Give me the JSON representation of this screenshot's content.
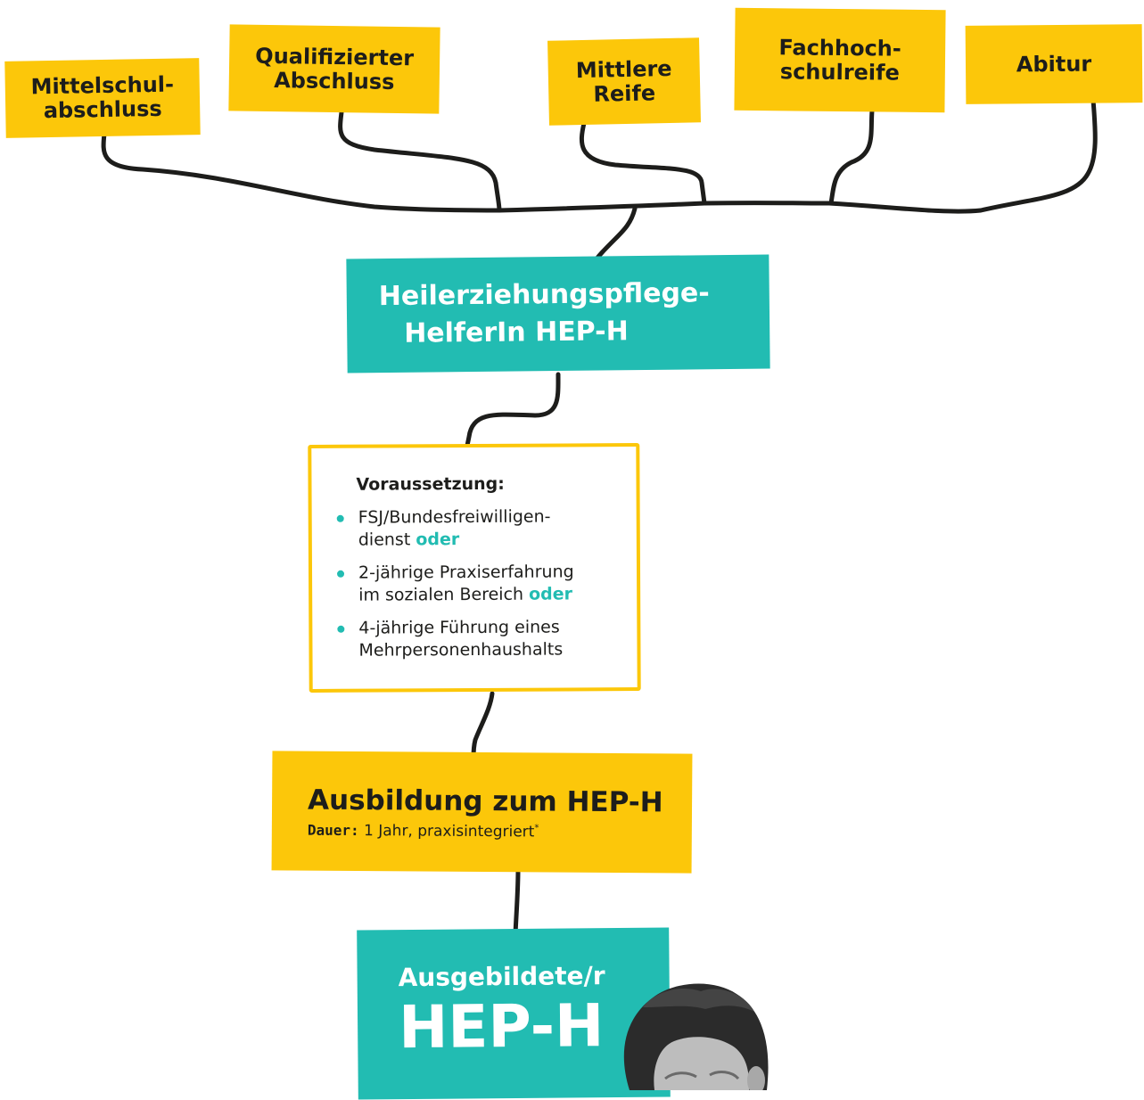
{
  "qualifications": [
    {
      "label": "Mittelschul-\nabschluss"
    },
    {
      "label": "Qualifizierter\nAbschluss"
    },
    {
      "label": "Mittlere\nReife"
    },
    {
      "label": "Fachhoch-\nschulreife"
    },
    {
      "label": "Abitur"
    }
  ],
  "hep_box": {
    "line1": "Heilerziehungspflege-",
    "line2": "HelferIn HEP-H"
  },
  "requirements": {
    "heading": "Voraussetzung:",
    "items": [
      {
        "text": "FSJ/Bundesfreiwilligen-\ndienst",
        "connector": "oder"
      },
      {
        "text": "2-jährige Praxiserfahrung\nim sozialen Bereich",
        "connector": "oder"
      },
      {
        "text": "4-jährige Führung eines\nMehrpersonenhaushalts",
        "connector": ""
      }
    ]
  },
  "ausbildung": {
    "title": "Ausbildung zum HEP-H",
    "dauer_label": "Dauer:",
    "dauer_value": "1 Jahr, praxisintegriert",
    "footnote": "*"
  },
  "final": {
    "subtitle": "Ausgebildete/r",
    "title": "HEP-H"
  },
  "colors": {
    "yellow": "#fcc70a",
    "teal": "#22bcb2",
    "ink": "#1d1d1b"
  },
  "icons": [
    "person-photo"
  ]
}
